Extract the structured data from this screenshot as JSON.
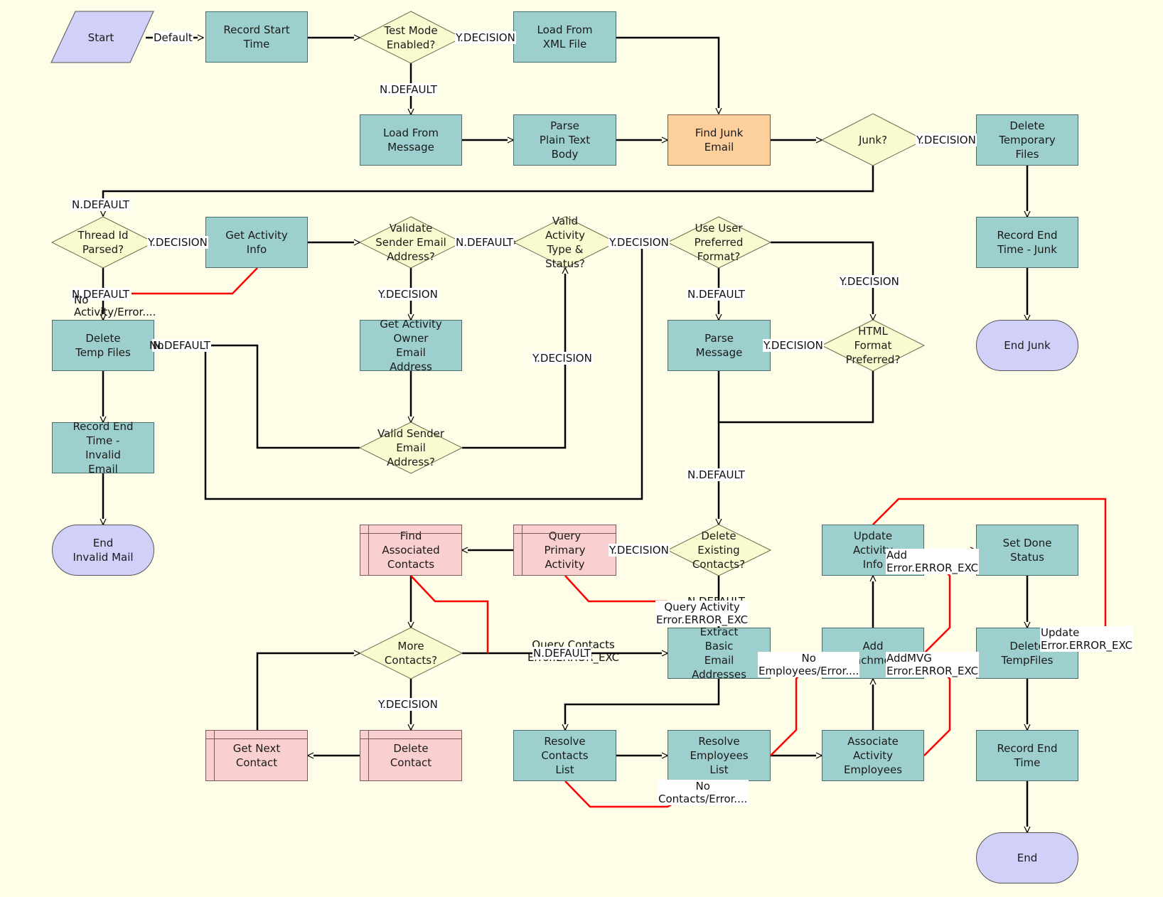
{
  "nodes": {
    "start": "Start",
    "record_start_time": "Record Start\nTime",
    "test_mode": "Test Mode\nEnabled?",
    "load_from_xml": "Load From\nXML File",
    "load_from_message": "Load From\nMessage",
    "parse_plain_text": "Parse\nPlain Text\nBody",
    "find_junk_email": "Find Junk\nEmail",
    "junk": "Junk?",
    "delete_temporary_files": "Delete\nTemporary\nFiles",
    "record_end_time_junk": "Record End\nTime - Junk",
    "end_junk": "End Junk",
    "thread_id_parsed": "Thread Id\nParsed?",
    "get_activity_info": "Get Activity\nInfo",
    "validate_sender": "Validate\nSender Email\nAddress?",
    "valid_activity_type": "Valid\nActivity\nType &\nStatus?",
    "use_user_preferred": "Use User\nPreferred\nFormat?",
    "delete_temp_files_left": "Delete\nTemp Files",
    "get_activity_owner": "Get Activity\nOwner\nEmail\nAddress",
    "parse_message": "Parse\nMessage",
    "html_format": "HTML\nFormat\nPreferred?",
    "record_end_invalid": "Record End\nTime -\nInvalid\nEmail",
    "valid_sender_email": "Valid Sender\nEmail\nAddress?",
    "end_invalid_mail": "End\nInvalid Mail",
    "find_associated_contacts": "Find\nAssociated\nContacts",
    "query_primary_activity": "Query\nPrimary\nActivity",
    "delete_existing_contacts": "Delete\nExisting\nContacts?",
    "update_activity_info": "Update\nActivity\nInfo",
    "set_done_status": "Set Done\nStatus",
    "more_contacts": "More\nContacts?",
    "extract_basic_email": "Extract\nBasic\nEmail\nAddresses",
    "add_attachments": "Add\nAttachments",
    "delete_tempfiles_right": "Delete\nTempFiles",
    "get_next_contact": "Get Next\nContact",
    "delete_contact": "Delete\nContact",
    "resolve_contacts_list": "Resolve\nContacts\nList",
    "resolve_employees_list": "Resolve\nEmployees\nList",
    "associate_activity_employees": "Associate\nActivity\nEmployees",
    "record_end_time": "Record End\nTime",
    "end": "End"
  },
  "labels": {
    "default": "Default",
    "y_decision_test": "Y.DECISION",
    "n_default_test": "N.DEFAULT",
    "y_decision_junk": "Y.DECISION",
    "n_default_junk": "N.DEFAULT",
    "y_decision_thread": "Y.DECISION",
    "n_default_thread": "N.DEFAULT",
    "no_activity_error": "No\nActivity/Error....",
    "n_default_validate": "N.DEFAULT",
    "y_decision_valid_type": "Y.DECISION",
    "y_decision_validate": "Y.DECISION",
    "n_default_use_pref": "N.DEFAULT",
    "y_decision_use_pref": "Y.DECISION",
    "y_decision_html": "Y.DECISION",
    "n_default_valid_sender": "N.DEFAULT",
    "no_prefix": "No",
    "y_decision_valid_sender": "Y.DECISION",
    "n_default_parse": "N.DEFAULT",
    "y_decision_delete_existing": "Y.DECISION",
    "n_default_delete_existing": "N.DEFAULT",
    "query_activity_error": "Query Activity\nError.ERROR_EXC",
    "query_contacts_error": "Query Contacts\nError.ERROR_EXC",
    "n_default_more": "N.DEFAULT",
    "y_decision_more": "Y.DECISION",
    "no_employees_error": "No\nEmployees/Error....",
    "no_contacts_error": "No\nContacts/Error....",
    "add_error": "Add\nError.ERROR_EXC",
    "addmvg_error": "AddMVG\nError.ERROR_EXC",
    "update_error": "Update\nError.ERROR_EXC"
  },
  "colors": {
    "background": "#fdfde8",
    "process": "#9ccfcd",
    "junk_process": "#fccf9c",
    "subprocess": "#f9cfd0",
    "decision": "#fafad0",
    "terminal": "#d0d0f8",
    "flow_line": "#000000",
    "error_line": "#ff0000"
  }
}
